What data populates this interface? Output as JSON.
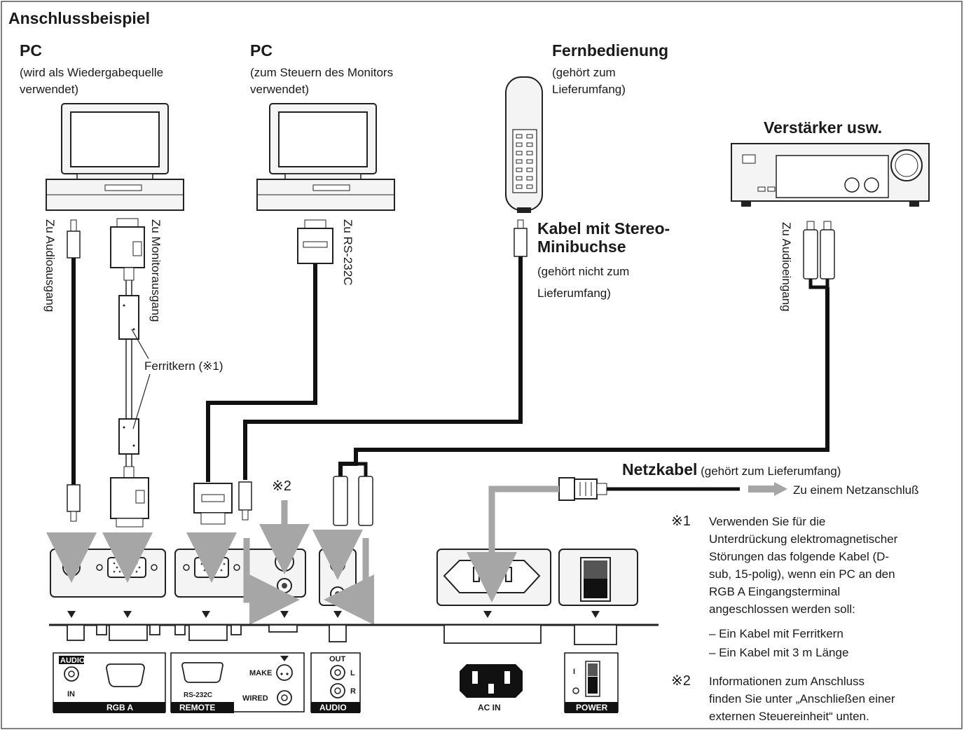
{
  "title": "Anschlussbeispiel",
  "pc1": {
    "heading": "PC",
    "line1": "(wird als Wiedergabequelle",
    "line2": "verwendet)"
  },
  "pc2": {
    "heading": "PC",
    "line1": "(zum Steuern des Monitors",
    "line2": "verwendet)"
  },
  "remote": {
    "heading": "Fernbedienung",
    "line1": "(gehört zum",
    "line2": "Lieferumfang)"
  },
  "amp": {
    "heading": "Verstärker usw."
  },
  "stereo_cable": {
    "line1": "Kabel mit Stereo-",
    "line2": "Minibuchse",
    "line3": "(gehört nicht zum",
    "line4": "Lieferumfang)"
  },
  "vertical_labels": {
    "audio_out": "Zu Audioausgang",
    "monitor_out": "Zu Monitorausgang",
    "rs232c": "Zu RS-232C",
    "audio_in": "Zu Audioeingang"
  },
  "ferrite": "Ferritkern (※1)",
  "mark2": "※2",
  "power_cable": {
    "bold": "Netzkabel",
    "normal": " (gehört zum Lieferumfang)"
  },
  "to_outlet": "Zu einem Netzanschluß",
  "note1": {
    "mark": "※1",
    "lines": [
      "Verwenden Sie für die",
      "Unterdrückung elektromagnetischer",
      "Störungen das folgende Kabel (D-",
      "sub, 15-polig), wenn ein PC an den",
      "RGB A Eingangsterminal",
      "angeschlossen werden soll:",
      "–  Ein Kabel mit Ferritkern",
      "–  Ein Kabel mit 3 m Länge"
    ]
  },
  "note2": {
    "mark": "※2",
    "lines": [
      "Informationen zum Anschluss",
      "finden Sie unter „Anschließen einer",
      "externen Steuereinheit“ unten."
    ]
  },
  "panel_labels": {
    "audio": "AUDIO",
    "in": "IN",
    "rgb_a": "RGB A",
    "rs232c": "RS-232C",
    "remote": "REMOTE",
    "make": "MAKE",
    "wired": "WIRED",
    "out": "OUT",
    "l": "L",
    "r": "R",
    "audio2": "AUDIO",
    "ac_in": "AC IN",
    "power": "POWER",
    "i": "I"
  },
  "colors": {
    "cable": "#111111",
    "arrow": "#a6a6a6",
    "frame": "#555555",
    "device": "#f4f4f4"
  }
}
